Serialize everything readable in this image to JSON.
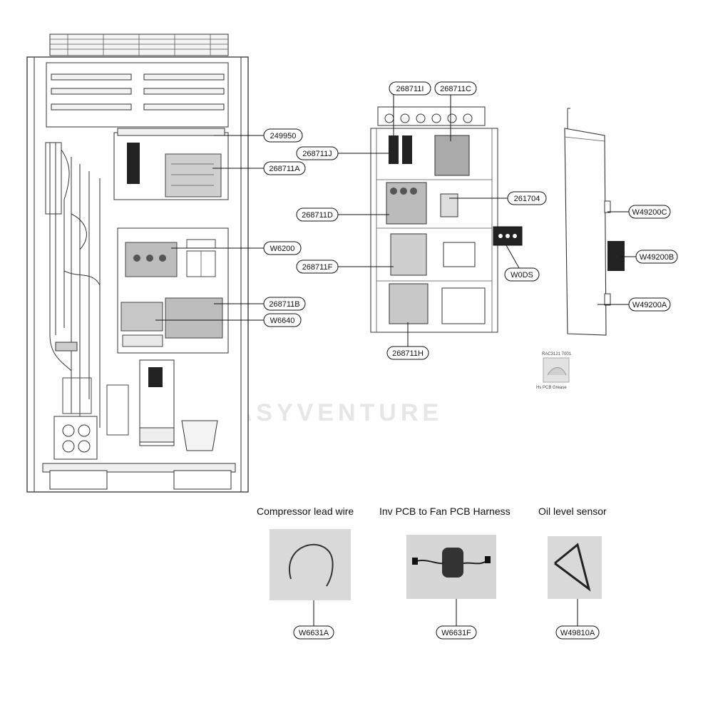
{
  "captions": {
    "compressor_lead_wire": "Compressor lead wire",
    "inv_pcb_harness": "Inv PCB to Fan PCB Harness",
    "oil_level_sensor": "Oil level sensor"
  },
  "watermark": "EASYVENTURE",
  "sticker": {
    "line1": "RAC3121 7001",
    "line2": "Hs PCB Grease"
  },
  "labels": {
    "p249950": "249950",
    "p268711A": "268711A",
    "pW6200": "W6200",
    "p268711B": "268711B",
    "pW6640": "W6640",
    "p268711I": "268711I",
    "p268711C": "268711C",
    "p268711J": "268711J",
    "p261704": "261704",
    "p268711D": "268711D",
    "p268711F": "268711F",
    "pW0DS": "W0DS",
    "p268711H": "268711H",
    "pW49200C": "W49200C",
    "pW49200B": "W49200B",
    "pW49200A": "W49200A",
    "pW6631A": "W6631A",
    "pW6631F": "W6631F",
    "pW49810A": "W49810A"
  }
}
